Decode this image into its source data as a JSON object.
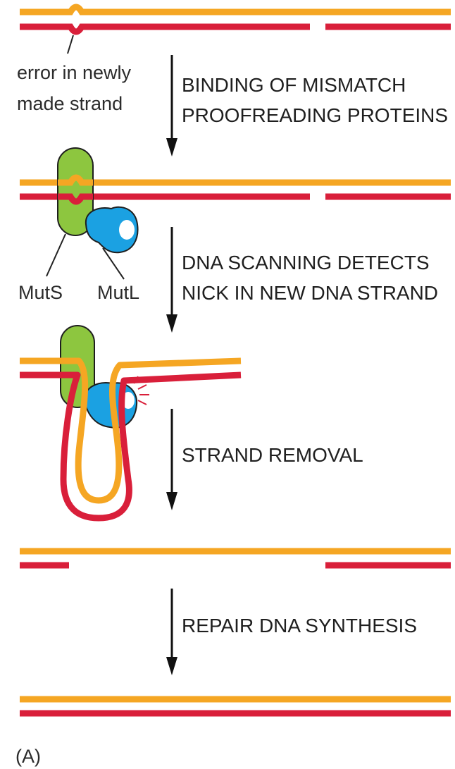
{
  "colors": {
    "template_strand": "#f5a623",
    "new_strand": "#d91f3a",
    "muts_protein": "#8dc63f",
    "mutl_protein": "#1ba1e2",
    "arrow": "#111111",
    "label_text": "#2b2b2b"
  },
  "annotations": {
    "error_label_line1": "error in newly",
    "error_label_line2": "made strand",
    "muts_label": "MutS",
    "mutl_label": "MutL"
  },
  "steps": [
    {
      "line1": "BINDING OF MISMATCH",
      "line2": "PROOFREADING PROTEINS"
    },
    {
      "line1": "DNA SCANNING DETECTS",
      "line2": "NICK IN NEW DNA STRAND"
    },
    {
      "line1": "STRAND REMOVAL",
      "line2": ""
    },
    {
      "line1": "REPAIR DNA SYNTHESIS",
      "line2": ""
    }
  ],
  "panel_label": "(A)"
}
